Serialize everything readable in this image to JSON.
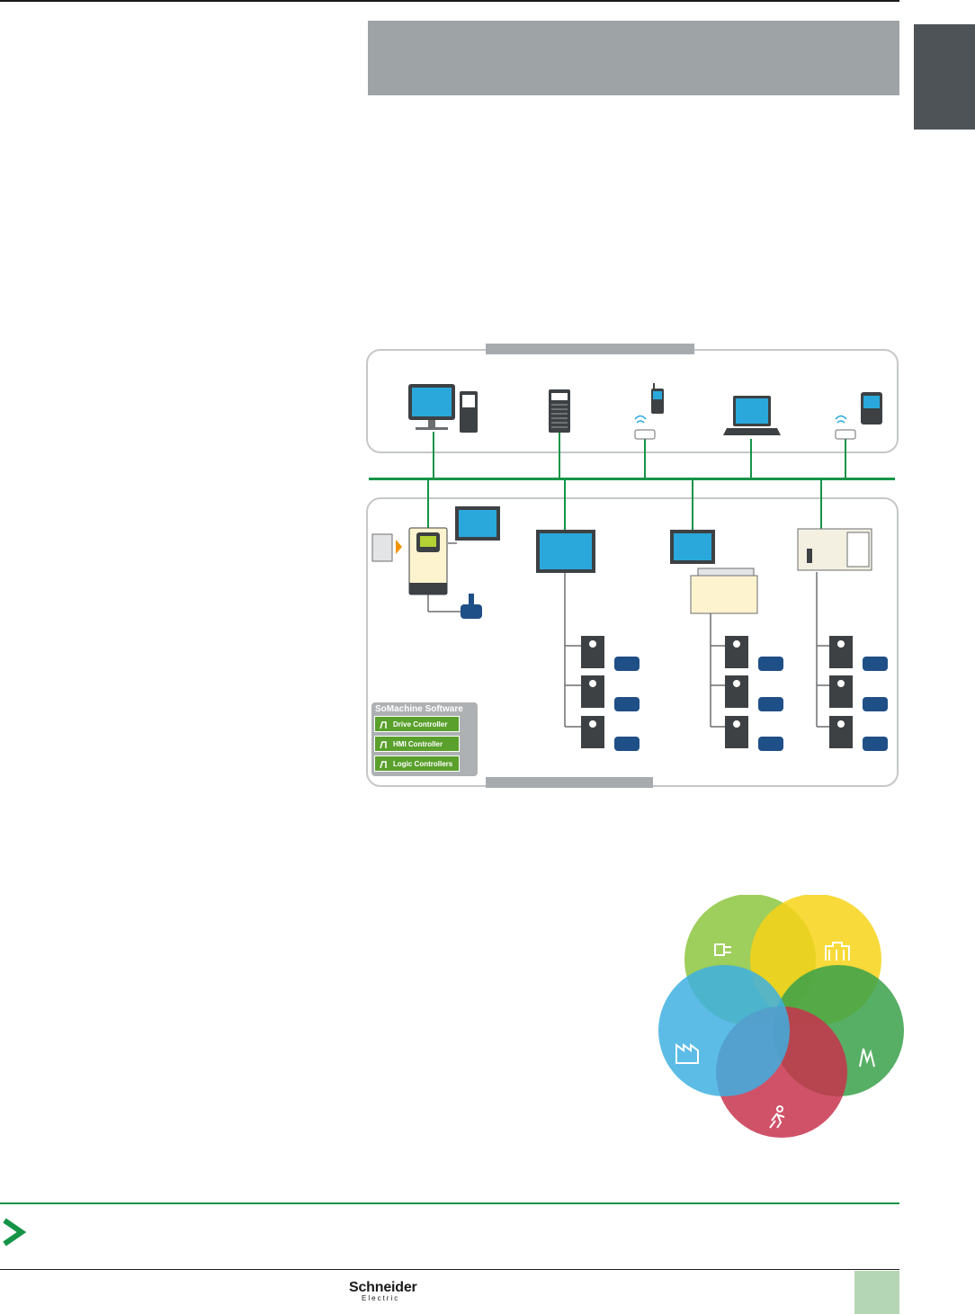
{
  "software_panel": {
    "title": "SoMachine Software",
    "buttons": [
      {
        "label": "Drive Controller"
      },
      {
        "label": "HMI Controller"
      },
      {
        "label": "Logic Controllers"
      }
    ]
  },
  "brand": {
    "name": "Schneider",
    "sub": "Electric"
  },
  "colors": {
    "network_green": "#159447",
    "header_gray": "#9ea3a5",
    "tab_dark": "#4e5357",
    "venn_green": "#8dc63f",
    "venn_yellow": "#f7d417",
    "venn_dark_green": "#3aa14a",
    "venn_blue": "#3fb0e2",
    "venn_red": "#c8344e"
  },
  "venn_icons": [
    "plug-icon",
    "buildings-icon",
    "factory-icon",
    "power-signal-icon",
    "running-person-icon"
  ]
}
